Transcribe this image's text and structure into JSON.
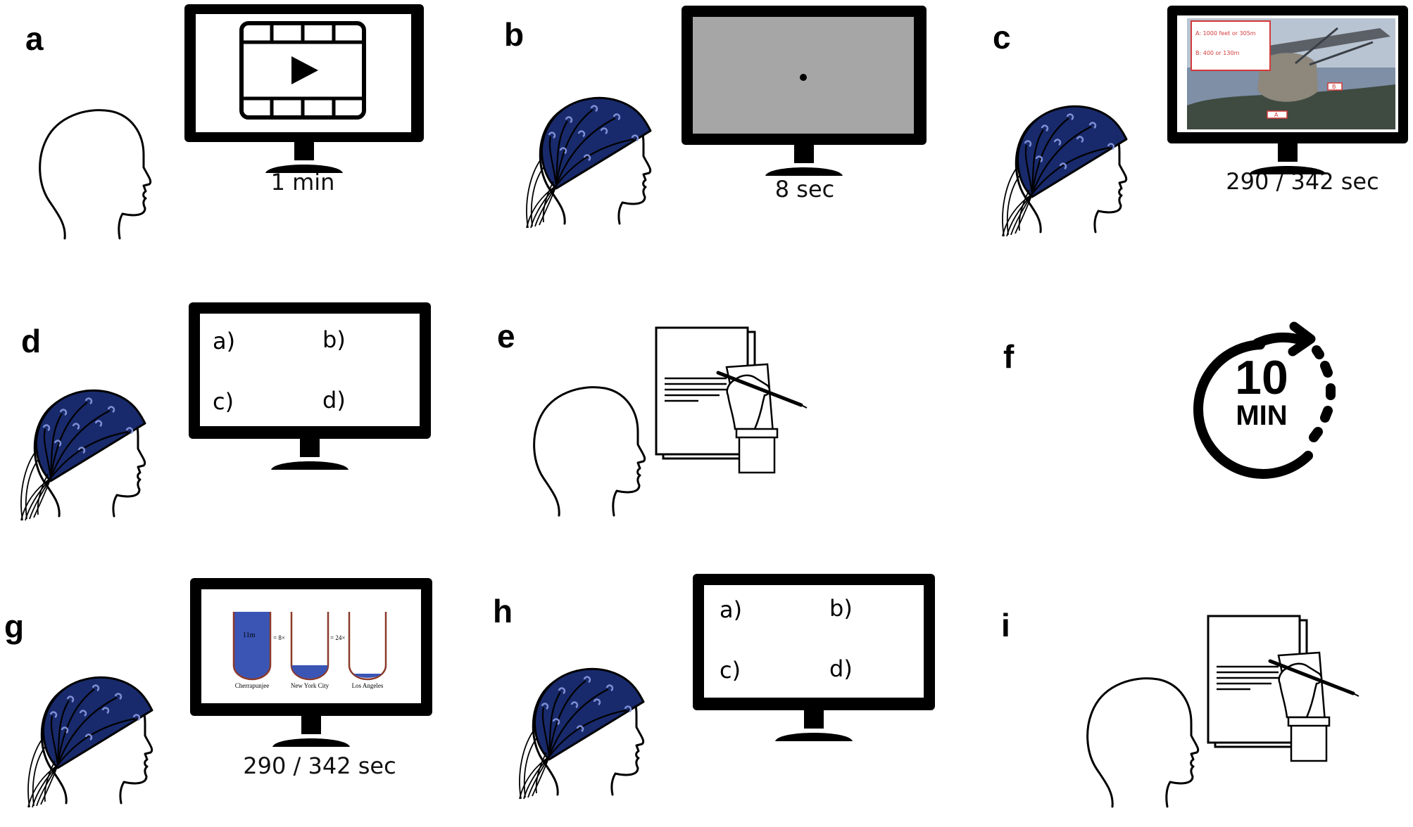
{
  "panels": [
    {
      "letter": "a",
      "caption": "1 min"
    },
    {
      "letter": "b",
      "caption": "8 sec"
    },
    {
      "letter": "c",
      "caption": "290 / 342 sec",
      "screen_options": [
        "A: 1000 feet or 305m",
        "B: 400 or 130m"
      ],
      "screen_markers": [
        "A",
        "B"
      ]
    },
    {
      "letter": "d",
      "options": [
        "a)",
        "b)",
        "c)",
        "d)"
      ]
    },
    {
      "letter": "e"
    },
    {
      "letter": "f",
      "timer_value": "10",
      "timer_unit": "MIN"
    },
    {
      "letter": "g",
      "caption": "290 / 342 sec",
      "cylinder_top_label": "11m",
      "ratios": [
        "= 8×",
        "= 24×"
      ],
      "cities": [
        "Cherrapunjee",
        "New York City",
        "Los Angeles"
      ]
    },
    {
      "letter": "h",
      "options": [
        "a)",
        "b)",
        "c)",
        "d)"
      ]
    },
    {
      "letter": "i"
    }
  ],
  "colors": {
    "eeg_cap": "#182a6b",
    "electrode": "#7f8fd6",
    "fixation_screen": "#a6a6a6",
    "water": "#3a55b4",
    "tube_outline": "#8b3a2a",
    "screen_label_red": "#d43a3a"
  }
}
